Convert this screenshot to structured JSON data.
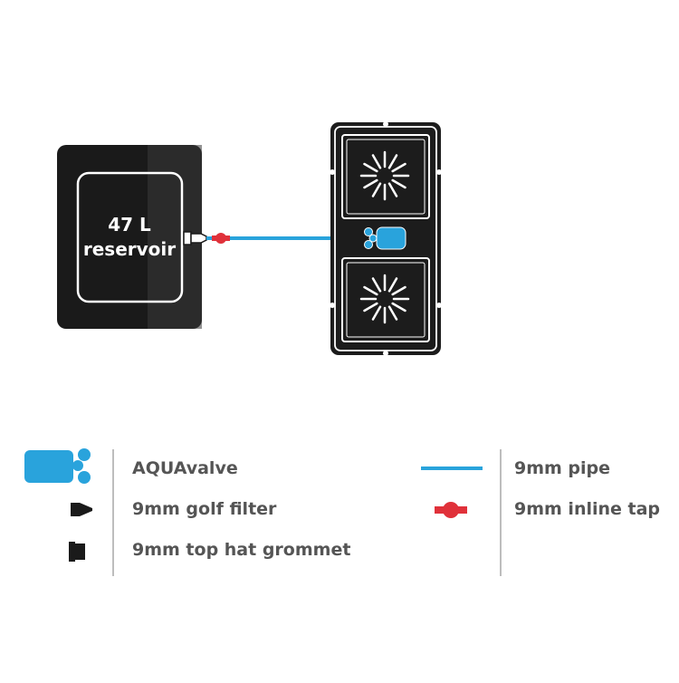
{
  "diagram": {
    "reservoir": {
      "capacity_label": "47 L",
      "name_label": "reservoir"
    }
  },
  "legend": {
    "aquavalve": "AQUAvalve",
    "golf_filter": "9mm golf filter",
    "top_hat_grommet": "9mm top hat grommet",
    "pipe": "9mm pipe",
    "inline_tap": "9mm inline tap"
  },
  "colors": {
    "pipe": "#29a3dc",
    "tap": "#e0313a",
    "reservoir_fill": "#1a1a1a",
    "tray_fill": "#1c1c1c",
    "legend_text": "#555555"
  }
}
